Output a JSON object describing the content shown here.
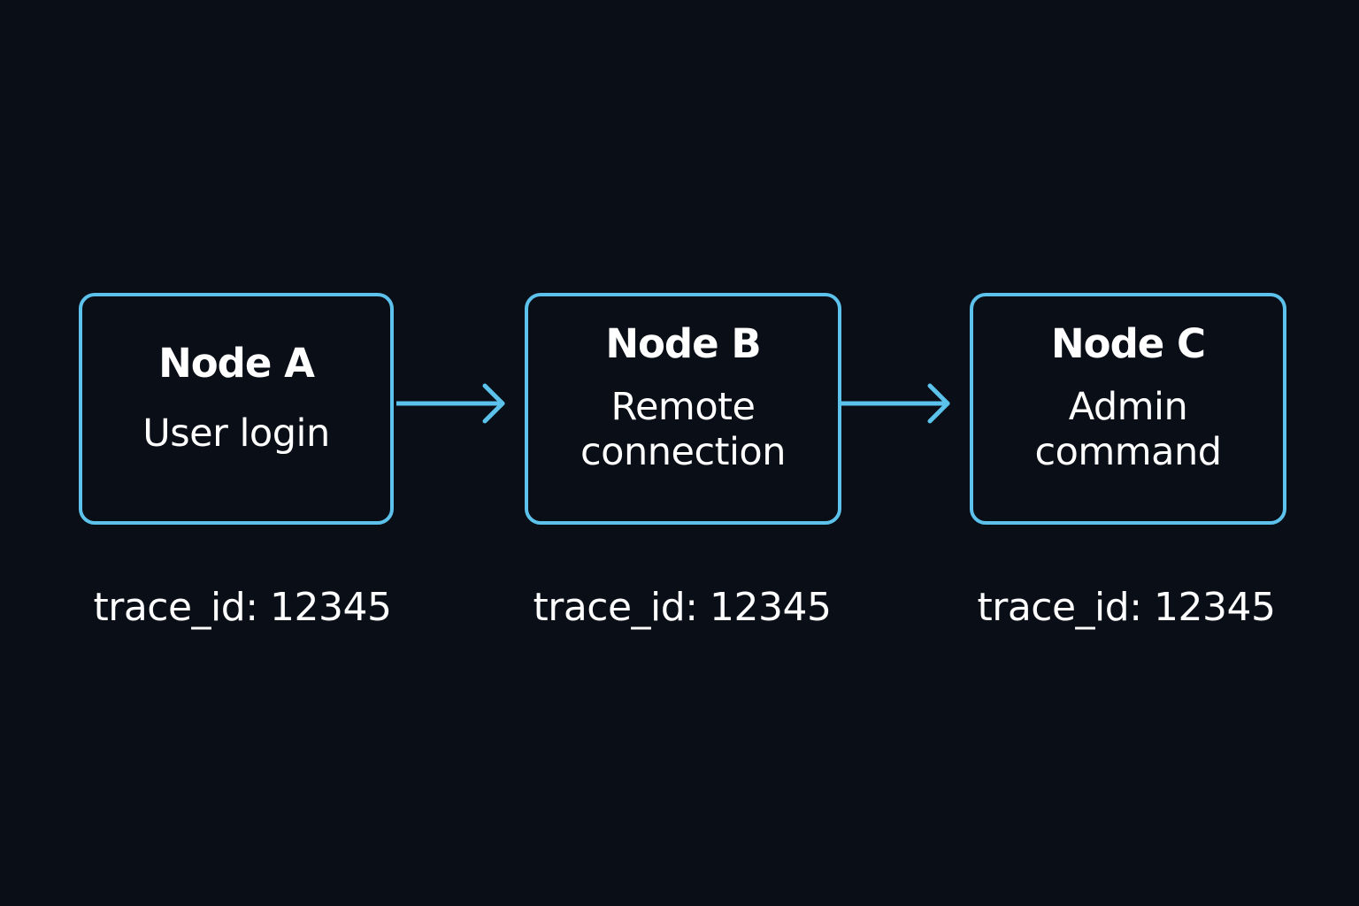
{
  "colors": {
    "background": "#0a0e17",
    "accent": "#5cc2ec",
    "text": "#ffffff"
  },
  "nodes": [
    {
      "title": "Node A",
      "description": "User login",
      "trace": "trace_id: 12345"
    },
    {
      "title": "Node B",
      "description": "Remote connection",
      "trace": "trace_id: 12345"
    },
    {
      "title": "Node C",
      "description": "Admin command",
      "trace": "trace_id: 12345"
    }
  ],
  "edges": [
    {
      "from": "Node A",
      "to": "Node B"
    },
    {
      "from": "Node B",
      "to": "Node C"
    }
  ]
}
